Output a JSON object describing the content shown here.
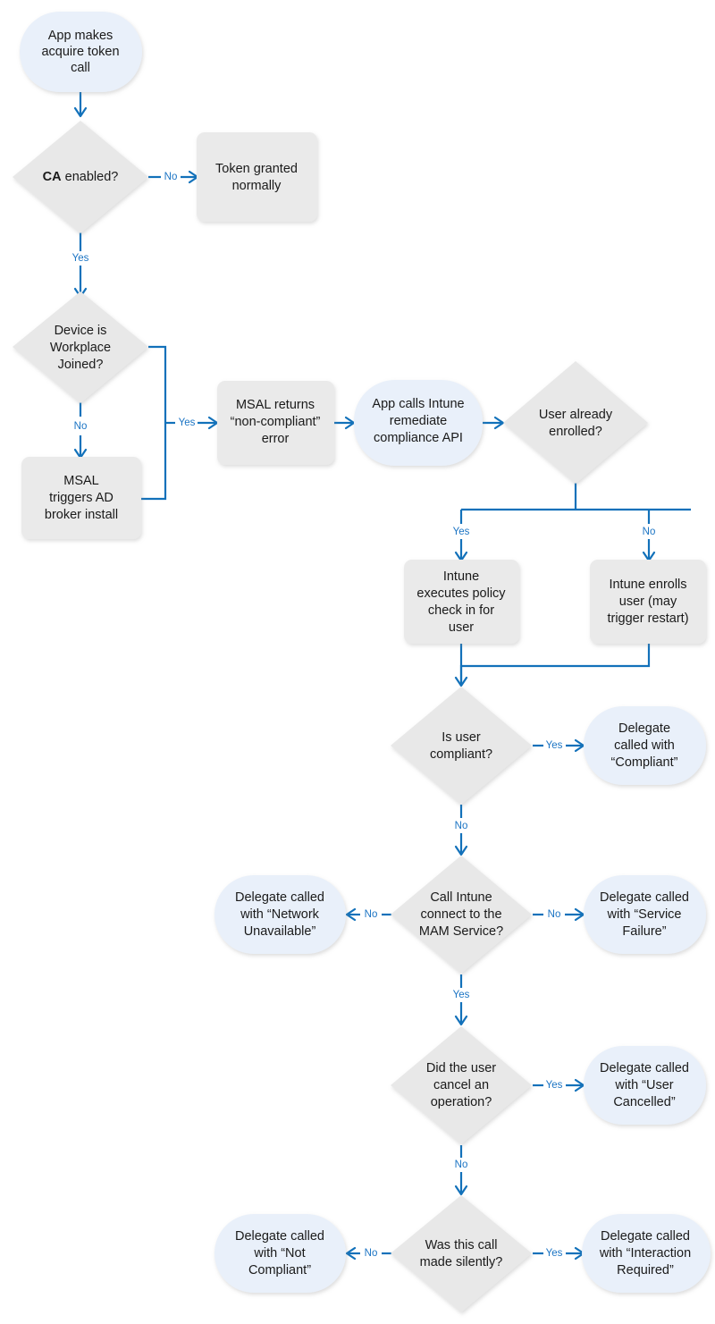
{
  "diagram": {
    "title": "MSAL Conditional Access / Intune compliance remediation flow",
    "colors": {
      "pill_fill": "#e9f0fa",
      "box_fill": "#eaeaea",
      "diamond_fill": "#e8e8e8",
      "connector": "#1271ba",
      "edge_label": "#1b74c4",
      "node_text": "#1a1a1a",
      "background": "#ffffff"
    },
    "nodes": [
      {
        "id": "start",
        "shape": "pill",
        "lines": [
          "App makes",
          "acquire token",
          "call"
        ]
      },
      {
        "id": "ca_enabled",
        "shape": "diamond",
        "lines": [
          "CA enabled?"
        ],
        "bold_prefix": "CA"
      },
      {
        "id": "token_granted",
        "shape": "box",
        "lines": [
          "Token granted",
          "normally"
        ]
      },
      {
        "id": "workplace_joined",
        "shape": "diamond",
        "lines": [
          "Device is",
          "Workplace",
          "Joined?"
        ]
      },
      {
        "id": "broker_install",
        "shape": "box",
        "lines": [
          "MSAL",
          "triggers AD",
          "broker install"
        ]
      },
      {
        "id": "msal_noncompliant",
        "shape": "box",
        "lines": [
          "MSAL returns",
          "“non-compliant”",
          "error"
        ]
      },
      {
        "id": "app_calls_intune",
        "shape": "pill",
        "lines": [
          "App calls Intune",
          "remediate",
          "compliance API"
        ]
      },
      {
        "id": "user_enrolled",
        "shape": "diamond",
        "lines": [
          "User already",
          "enrolled?"
        ]
      },
      {
        "id": "policy_check",
        "shape": "box",
        "lines": [
          "Intune",
          "executes policy",
          "check in for",
          "user"
        ]
      },
      {
        "id": "intune_enrolls",
        "shape": "box",
        "lines": [
          "Intune enrolls",
          "user (may",
          "trigger restart)"
        ]
      },
      {
        "id": "is_compliant",
        "shape": "diamond",
        "lines": [
          "Is user",
          "compliant?"
        ]
      },
      {
        "id": "delegate_compliant",
        "shape": "pill",
        "lines": [
          "Delegate",
          "called with",
          "“Compliant”"
        ]
      },
      {
        "id": "call_mam",
        "shape": "diamond",
        "lines": [
          "Call Intune",
          "connect to the",
          "MAM Service?"
        ]
      },
      {
        "id": "delegate_network",
        "shape": "pill",
        "lines": [
          "Delegate called",
          "with “Network",
          "Unavailable”"
        ]
      },
      {
        "id": "delegate_service",
        "shape": "pill",
        "lines": [
          "Delegate called",
          "with “Service",
          "Failure”"
        ]
      },
      {
        "id": "user_cancel",
        "shape": "diamond",
        "lines": [
          "Did the user",
          "cancel an",
          "operation?"
        ]
      },
      {
        "id": "delegate_cancel",
        "shape": "pill",
        "lines": [
          "Delegate called",
          "with “User",
          "Cancelled”"
        ]
      },
      {
        "id": "made_silently",
        "shape": "diamond",
        "lines": [
          "Was this call",
          "made silently?"
        ]
      },
      {
        "id": "delegate_not_comp",
        "shape": "pill",
        "lines": [
          "Delegate called",
          "with “Not",
          "Compliant”"
        ]
      },
      {
        "id": "delegate_interact",
        "shape": "pill",
        "lines": [
          "Delegate called",
          "with “Interaction",
          "Required”"
        ]
      }
    ],
    "edges": [
      {
        "from": "start",
        "to": "ca_enabled",
        "label": ""
      },
      {
        "from": "ca_enabled",
        "to": "token_granted",
        "label": "No"
      },
      {
        "from": "ca_enabled",
        "to": "workplace_joined",
        "label": "Yes"
      },
      {
        "from": "workplace_joined",
        "to": "broker_install",
        "label": "No"
      },
      {
        "from": "workplace_joined",
        "to": "msal_noncompliant",
        "label": "Yes"
      },
      {
        "from": "broker_install",
        "to": "msal_noncompliant",
        "label": ""
      },
      {
        "from": "msal_noncompliant",
        "to": "app_calls_intune",
        "label": ""
      },
      {
        "from": "app_calls_intune",
        "to": "user_enrolled",
        "label": ""
      },
      {
        "from": "user_enrolled",
        "to": "policy_check",
        "label": "Yes"
      },
      {
        "from": "user_enrolled",
        "to": "intune_enrolls",
        "label": "No"
      },
      {
        "from": "policy_check",
        "to": "is_compliant",
        "label": ""
      },
      {
        "from": "intune_enrolls",
        "to": "is_compliant",
        "label": ""
      },
      {
        "from": "is_compliant",
        "to": "delegate_compliant",
        "label": "Yes"
      },
      {
        "from": "is_compliant",
        "to": "call_mam",
        "label": "No"
      },
      {
        "from": "call_mam",
        "to": "delegate_network",
        "label": "No"
      },
      {
        "from": "call_mam",
        "to": "delegate_service",
        "label": "No"
      },
      {
        "from": "call_mam",
        "to": "user_cancel",
        "label": "Yes"
      },
      {
        "from": "user_cancel",
        "to": "delegate_cancel",
        "label": "Yes"
      },
      {
        "from": "user_cancel",
        "to": "made_silently",
        "label": "No"
      },
      {
        "from": "made_silently",
        "to": "delegate_not_comp",
        "label": "No"
      },
      {
        "from": "made_silently",
        "to": "delegate_interact",
        "label": "Yes"
      }
    ],
    "edge_labels": {
      "ca_no": "No",
      "ca_yes": "Yes",
      "wj_no": "No",
      "wj_yes": "Yes",
      "enrolled_yes": "Yes",
      "enrolled_no": "No",
      "compliant_yes": "Yes",
      "compliant_no": "No",
      "mam_left_no": "No",
      "mam_right_no": "No",
      "mam_yes": "Yes",
      "cancel_yes": "Yes",
      "cancel_no": "No",
      "silent_no": "No",
      "silent_yes": "Yes"
    },
    "node_text": {
      "start": {
        "l1": "App makes",
        "l2": "acquire token",
        "l3": "call"
      },
      "ca_enabled": {
        "bold": "CA",
        "rest": " enabled?"
      },
      "token_granted": {
        "l1": "Token granted",
        "l2": "normally"
      },
      "workplace_joined": {
        "l1": "Device is",
        "l2": "Workplace",
        "l3": "Joined?"
      },
      "broker_install": {
        "l1": "MSAL",
        "l2": "triggers AD",
        "l3": "broker install"
      },
      "msal_noncompliant": {
        "l1": "MSAL returns",
        "l2": "“non-compliant”",
        "l3": "error"
      },
      "app_calls_intune": {
        "l1": "App calls Intune",
        "l2": "remediate",
        "l3": "compliance API"
      },
      "user_enrolled": {
        "l1": "User already",
        "l2": "enrolled?"
      },
      "policy_check": {
        "l1": "Intune",
        "l2": "executes policy",
        "l3": "check in for",
        "l4": "user"
      },
      "intune_enrolls": {
        "l1": "Intune enrolls",
        "l2": "user (may",
        "l3": "trigger restart)"
      },
      "is_compliant": {
        "l1": "Is user",
        "l2": "compliant?"
      },
      "delegate_compliant": {
        "l1": "Delegate",
        "l2": "called with",
        "l3": "“Compliant”"
      },
      "call_mam": {
        "l1": "Call Intune",
        "l2": "connect to the",
        "l3": "MAM Service?"
      },
      "delegate_network": {
        "l1": "Delegate called",
        "l2": "with “Network",
        "l3": "Unavailable”"
      },
      "delegate_service": {
        "l1": "Delegate called",
        "l2": "with “Service",
        "l3": "Failure”"
      },
      "user_cancel": {
        "l1": "Did the user",
        "l2": "cancel an",
        "l3": "operation?"
      },
      "delegate_cancel": {
        "l1": "Delegate called",
        "l2": "with “User",
        "l3": "Cancelled”"
      },
      "made_silently": {
        "l1": "Was this call",
        "l2": "made silently?"
      },
      "delegate_not_comp": {
        "l1": "Delegate called",
        "l2": "with “Not",
        "l3": "Compliant”"
      },
      "delegate_interact": {
        "l1": "Delegate called",
        "l2": "with “Interaction",
        "l3": "Required”"
      }
    }
  }
}
